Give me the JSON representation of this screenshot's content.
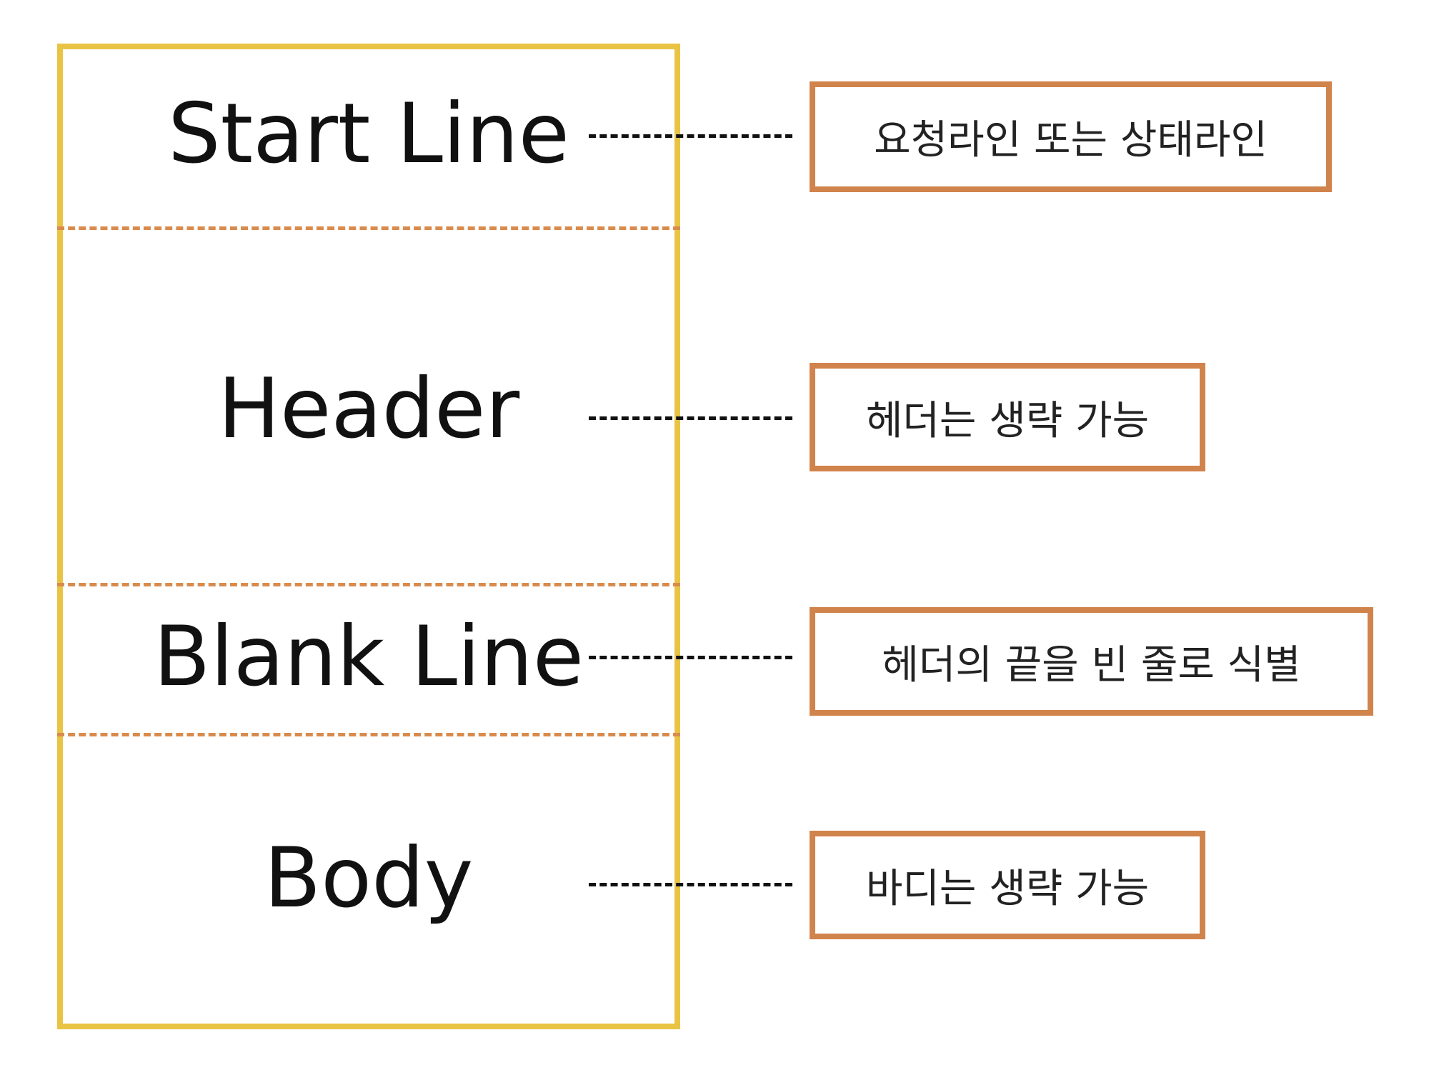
{
  "colors": {
    "outer_border": "#e9c444",
    "divider": "#d98b4d",
    "note_border": "#d1834c",
    "leader": "#111111",
    "text": "#111111"
  },
  "sections": [
    {
      "label": "Start Line"
    },
    {
      "label": "Header"
    },
    {
      "label": "Blank Line"
    },
    {
      "label": "Body"
    }
  ],
  "notes": [
    {
      "text": "요청라인 또는 상태라인"
    },
    {
      "text": "헤더는 생략 가능"
    },
    {
      "text": "헤더의 끝을 빈 줄로 식별"
    },
    {
      "text": "바디는 생략 가능"
    }
  ]
}
